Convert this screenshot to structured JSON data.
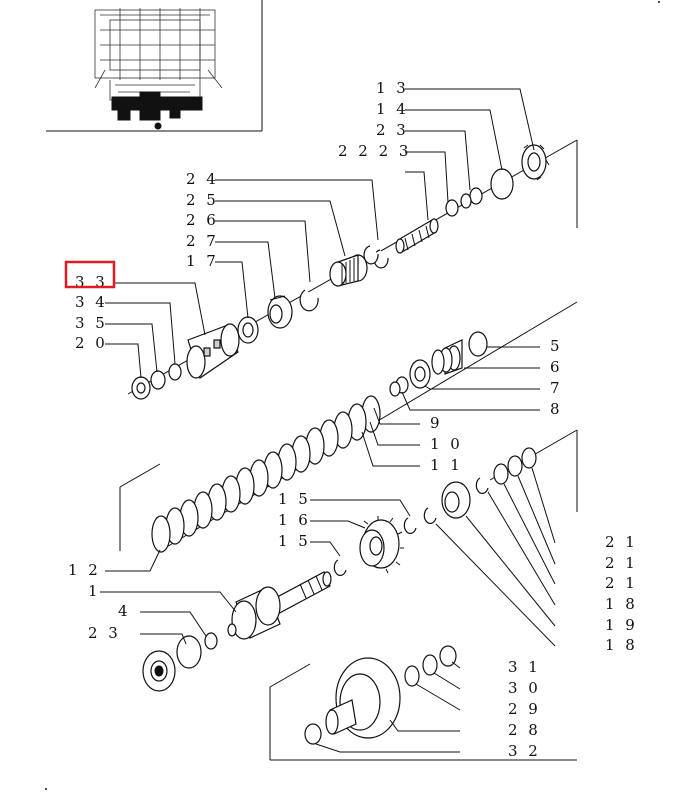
{
  "diagram": {
    "highlighted_callout": "3 3",
    "accent_color": "#e01b24",
    "callouts": [
      {
        "id": "c13",
        "label": "1 3"
      },
      {
        "id": "c14",
        "label": "1 4"
      },
      {
        "id": "c23a",
        "label": "2 3"
      },
      {
        "id": "c22",
        "label": "2 2 2 3"
      },
      {
        "id": "c24",
        "label": "2 4"
      },
      {
        "id": "c25",
        "label": "2 5"
      },
      {
        "id": "c26",
        "label": "2 6"
      },
      {
        "id": "c27",
        "label": "2 7"
      },
      {
        "id": "c17",
        "label": "1 7"
      },
      {
        "id": "c33",
        "label": "3 3"
      },
      {
        "id": "c34",
        "label": "3 4"
      },
      {
        "id": "c35",
        "label": "3 5"
      },
      {
        "id": "c20",
        "label": "2 0"
      },
      {
        "id": "c5",
        "label": "5"
      },
      {
        "id": "c6",
        "label": "6"
      },
      {
        "id": "c7",
        "label": "7"
      },
      {
        "id": "c8",
        "label": "8"
      },
      {
        "id": "c9",
        "label": "9"
      },
      {
        "id": "c10",
        "label": "1 0"
      },
      {
        "id": "c11",
        "label": "1 1"
      },
      {
        "id": "c12",
        "label": "1 2"
      },
      {
        "id": "c1",
        "label": "1"
      },
      {
        "id": "c4",
        "label": "4"
      },
      {
        "id": "c23b",
        "label": "2 3"
      },
      {
        "id": "c15a",
        "label": "1 5"
      },
      {
        "id": "c16",
        "label": "1 6"
      },
      {
        "id": "c15b",
        "label": "1 5"
      },
      {
        "id": "c21a",
        "label": "2 1"
      },
      {
        "id": "c21b",
        "label": "2 1"
      },
      {
        "id": "c21c",
        "label": "2 1"
      },
      {
        "id": "c18a",
        "label": "1 8"
      },
      {
        "id": "c19",
        "label": "1 9"
      },
      {
        "id": "c18b",
        "label": "1 8"
      },
      {
        "id": "c31",
        "label": "3 1"
      },
      {
        "id": "c30",
        "label": "3 0"
      },
      {
        "id": "c29",
        "label": "2 9"
      },
      {
        "id": "c28",
        "label": "2 8"
      },
      {
        "id": "c32",
        "label": "3 2"
      }
    ]
  }
}
